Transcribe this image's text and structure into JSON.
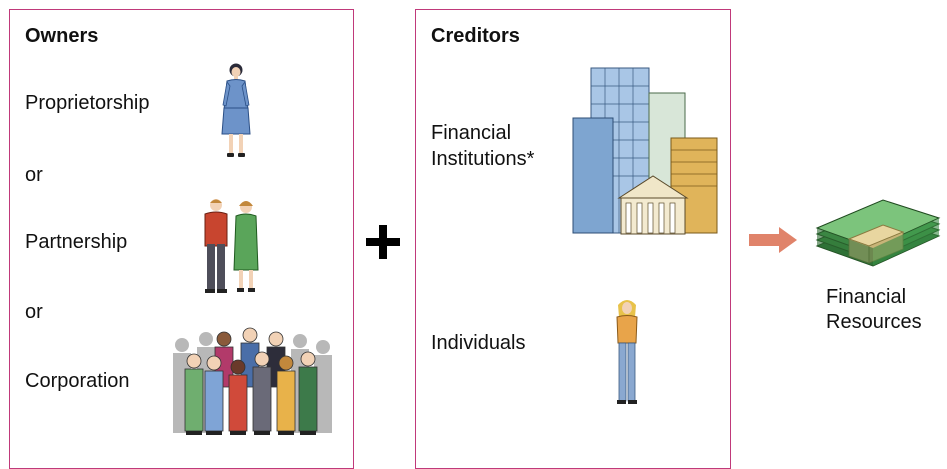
{
  "owners": {
    "title": "Owners",
    "proprietorship": "Proprietorship",
    "or1": "or",
    "partnership": "Partnership",
    "or2": "or",
    "corporation": "Corporation"
  },
  "creditors": {
    "title": "Creditors",
    "financial_line1": "Financial",
    "financial_line2": "Institutions*",
    "individuals": "Individuals"
  },
  "result": {
    "line1": "Financial",
    "line2": "Resources"
  },
  "icons": [
    "woman-figure-icon",
    "two-people-icon",
    "crowd-icon",
    "bank-buildings-icon",
    "woman-standing-icon",
    "plus-icon",
    "arrow-icon",
    "money-stack-icon"
  ]
}
